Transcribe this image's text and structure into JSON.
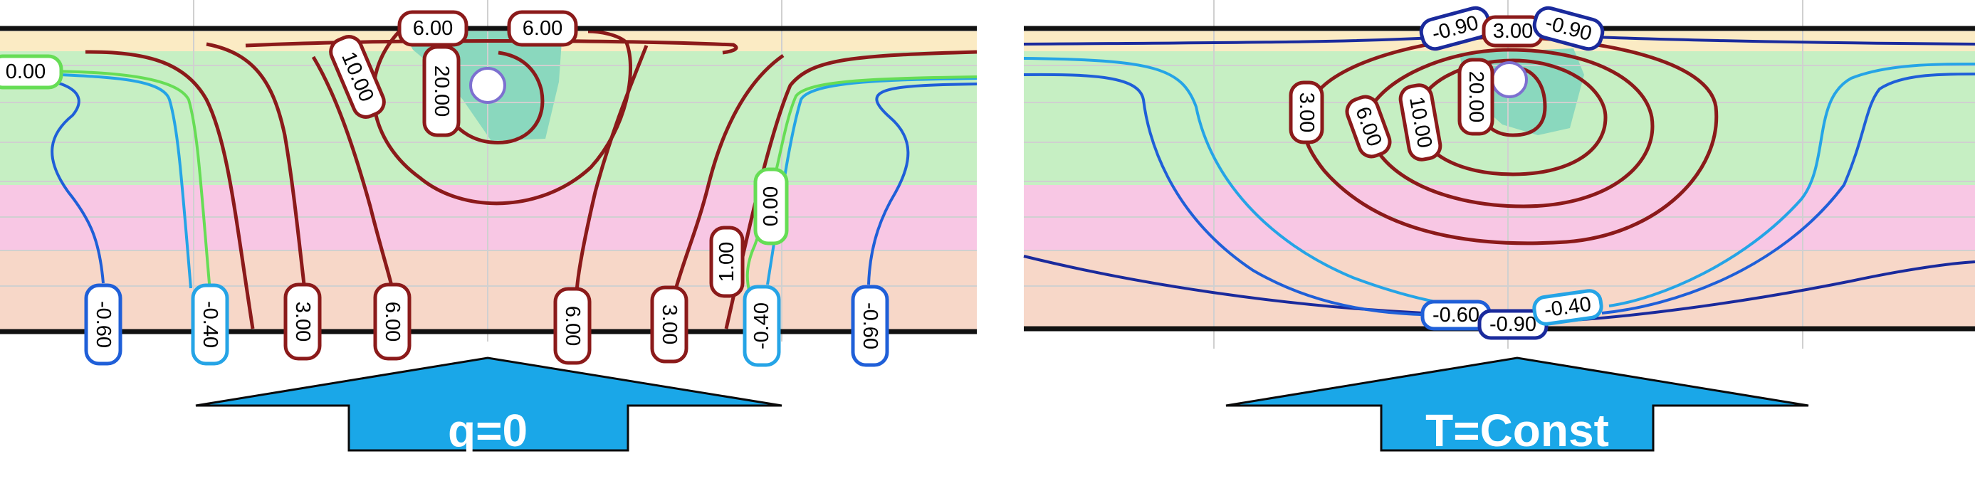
{
  "colors": {
    "band_yellow": "#FBEBC4",
    "band_green": "#C6EFC3",
    "band_pink": "#F8C7E4",
    "band_salmon": "#F7D7C8",
    "hot_zone": "#8AD8BE",
    "grid": "#D0D0D0",
    "hot": "#8B1A1A",
    "cold_dark": "#1A2A9C",
    "cold_mid": "#1F5FD8",
    "cold_light": "#25A4E6",
    "zero": "#66DD55",
    "arrow_fill": "#1AA7E8",
    "border": "#111111"
  },
  "panels": {
    "left": {
      "arrow_label": "q=0",
      "labels": [
        "0.00",
        "6.00",
        "6.00",
        "10.00",
        "20.00",
        "0.00",
        "1.00",
        "-0.60",
        "-0.40",
        "3.00",
        "6.00",
        "6.00",
        "3.00",
        "-0.40",
        "-0.60"
      ]
    },
    "right": {
      "arrow_label": "T=Const",
      "labels": [
        "-0.90",
        "3.00",
        "-0.90",
        "20.00",
        "3.00",
        "6.00",
        "10.00",
        "-0.60",
        "-0.90",
        "-0.40"
      ]
    }
  }
}
